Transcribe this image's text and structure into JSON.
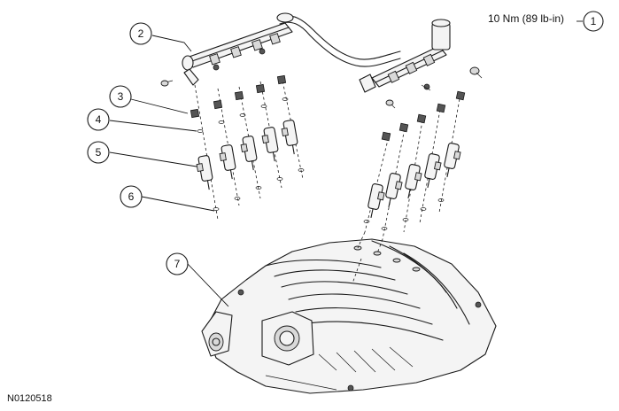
{
  "figure_id": "N0120518",
  "torque_spec": "10 Nm (89 lb-in)",
  "callouts": [
    {
      "number": "1",
      "part": "fuel-rail-bolt"
    },
    {
      "number": "2",
      "part": "fuel-rail"
    },
    {
      "number": "3",
      "part": "injector-retaining-clip"
    },
    {
      "number": "4",
      "part": "injector-upper-o-ring"
    },
    {
      "number": "5",
      "part": "fuel-injector"
    },
    {
      "number": "6",
      "part": "injector-lower-o-ring"
    },
    {
      "number": "7",
      "part": "intake-manifold"
    }
  ],
  "colors": {
    "line": "#1a1a1a",
    "background": "#ffffff",
    "fill_light": "#f4f4f4",
    "fill_shade": "#d9d9d9"
  }
}
